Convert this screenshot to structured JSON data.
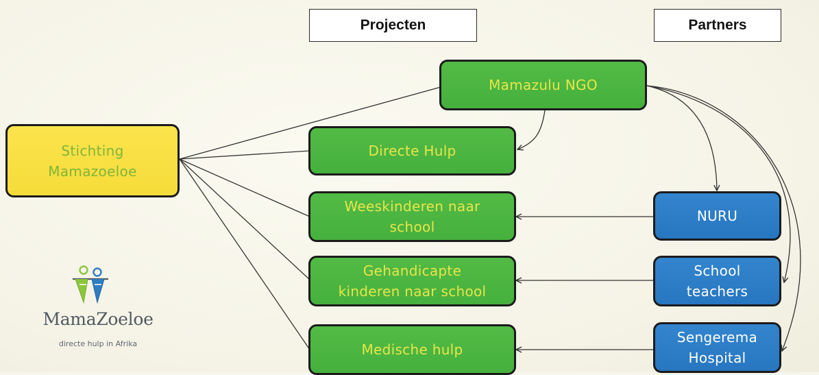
{
  "headers": {
    "projects": "Projecten",
    "partners": "Partners"
  },
  "nodes": {
    "stichting": "Stichting\nMamazoeloe",
    "mamazulu_ngo": "Mamazulu  NGO",
    "directe_hulp": "Directe Hulp",
    "weeskinderen": "Weeskinderen naar\nschool",
    "gehandicapte": "Gehandicapte\nkinderen naar school",
    "medische_hulp": "Medische hulp",
    "nuru": "NURU",
    "school_teachers": "School\nteachers",
    "sengerema": "Sengerema\nHospital"
  },
  "logo": {
    "name": "MamaZoeloe",
    "tagline": "directe hulp in Afrika",
    "icon": "two-figures-logo-icon"
  },
  "colors": {
    "project_fill": "#4ab441",
    "project_text": "#e8e64a",
    "foundation_fill": "#fae143",
    "foundation_text": "#7fb43a",
    "partner_fill": "#2c7ec9",
    "partner_text": "#ffffff",
    "logo_green": "#8cc63f",
    "logo_blue": "#2f7dc1",
    "logo_text": "#4f5a63"
  }
}
